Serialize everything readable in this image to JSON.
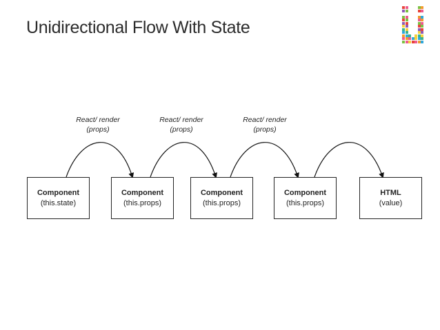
{
  "slide": {
    "title": "Unidirectional Flow With State"
  },
  "logo": {
    "palette": [
      "#e8433a",
      "#f29a2e",
      "#f7d13c",
      "#7cc142",
      "#2fa8dc",
      "#8e5bb5",
      "#ee5a8d",
      "#3bb38f"
    ]
  },
  "nodes": [
    {
      "title": "Component",
      "subtitle": "(this.state)"
    },
    {
      "title": "Component",
      "subtitle": "(this.props)"
    },
    {
      "title": "Component",
      "subtitle": "(this.props)"
    },
    {
      "title": "Component",
      "subtitle": "(this.props)"
    },
    {
      "title": "HTML",
      "subtitle": "(value)"
    }
  ],
  "edges": [
    {
      "label_line1": "React/ render",
      "label_line2": "(props)"
    },
    {
      "label_line1": "React/ render",
      "label_line2": "(props)"
    },
    {
      "label_line1": "React/ render",
      "label_line2": "(props)"
    },
    {
      "label_line1": "",
      "label_line2": ""
    }
  ]
}
